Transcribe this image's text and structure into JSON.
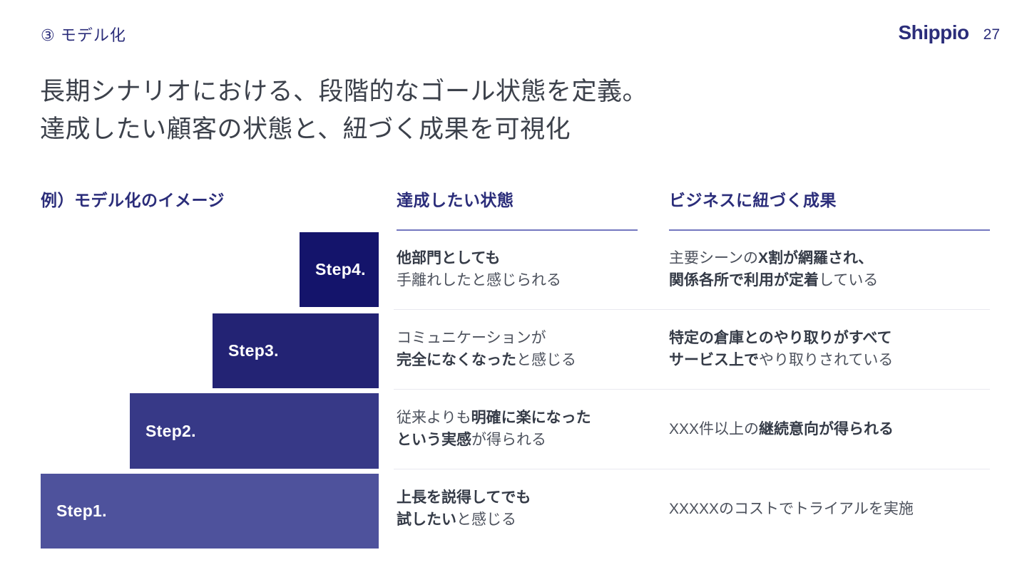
{
  "header": {
    "kicker": "③ モデル化",
    "logo": "Shippio",
    "page_number": "27"
  },
  "title": {
    "line1": "長期シナリオにおける、段階的なゴール状態を定義。",
    "line2": "達成したい顧客の状態と、紐づく成果を可視化"
  },
  "columns": {
    "diagram_heading": "例）モデル化のイメージ",
    "state_heading": "達成したい状態",
    "outcome_heading": "ビジネスに紐づく成果"
  },
  "colors": {
    "navy": "#2b2d7a",
    "heading_underline": "#7377bf",
    "row_separator": "#e9e9f0",
    "title_text": "#3c414b",
    "body_text": "#4c515c",
    "body_bold_text": "#353b47"
  },
  "staircase": {
    "steps": [
      {
        "label": "Step1.",
        "color": "#4e529c"
      },
      {
        "label": "Step2.",
        "color": "#373987"
      },
      {
        "label": "Step3.",
        "color": "#232374"
      },
      {
        "label": "Step4.",
        "color": "#14146b"
      }
    ]
  },
  "rows": [
    {
      "step": "Step4.",
      "state_lines": [
        [
          {
            "t": "他部門としても",
            "b": true
          }
        ],
        [
          {
            "t": "手離れしたと感じられる",
            "b": false
          }
        ]
      ],
      "outcome_lines": [
        [
          {
            "t": "主要シーンの",
            "b": false
          },
          {
            "t": "X割が網羅され、",
            "b": true
          }
        ],
        [
          {
            "t": "関係各所で利用が定着",
            "b": true
          },
          {
            "t": "している",
            "b": false
          }
        ]
      ]
    },
    {
      "step": "Step3.",
      "state_lines": [
        [
          {
            "t": "コミュニケーションが",
            "b": false
          }
        ],
        [
          {
            "t": "完全になくなった",
            "b": true
          },
          {
            "t": "と感じる",
            "b": false
          }
        ]
      ],
      "outcome_lines": [
        [
          {
            "t": "特定の倉庫とのやり取りがすべて",
            "b": true
          }
        ],
        [
          {
            "t": "サービス上で",
            "b": true
          },
          {
            "t": "やり取りされている",
            "b": false
          }
        ]
      ]
    },
    {
      "step": "Step2.",
      "state_lines": [
        [
          {
            "t": "従来よりも",
            "b": false
          },
          {
            "t": "明確に楽になった",
            "b": true
          }
        ],
        [
          {
            "t": "という実感",
            "b": true
          },
          {
            "t": "が得られる",
            "b": false
          }
        ]
      ],
      "outcome_lines": [
        [
          {
            "t": "XXX件以上の",
            "b": false
          },
          {
            "t": "継続意向が得られる",
            "b": true
          }
        ]
      ]
    },
    {
      "step": "Step1.",
      "state_lines": [
        [
          {
            "t": "上長を説得してでも",
            "b": true
          }
        ],
        [
          {
            "t": "試したい",
            "b": true
          },
          {
            "t": "と感じる",
            "b": false
          }
        ]
      ],
      "outcome_lines": [
        [
          {
            "t": "XXXXXのコストでトライアルを実施",
            "b": false
          }
        ]
      ]
    }
  ]
}
